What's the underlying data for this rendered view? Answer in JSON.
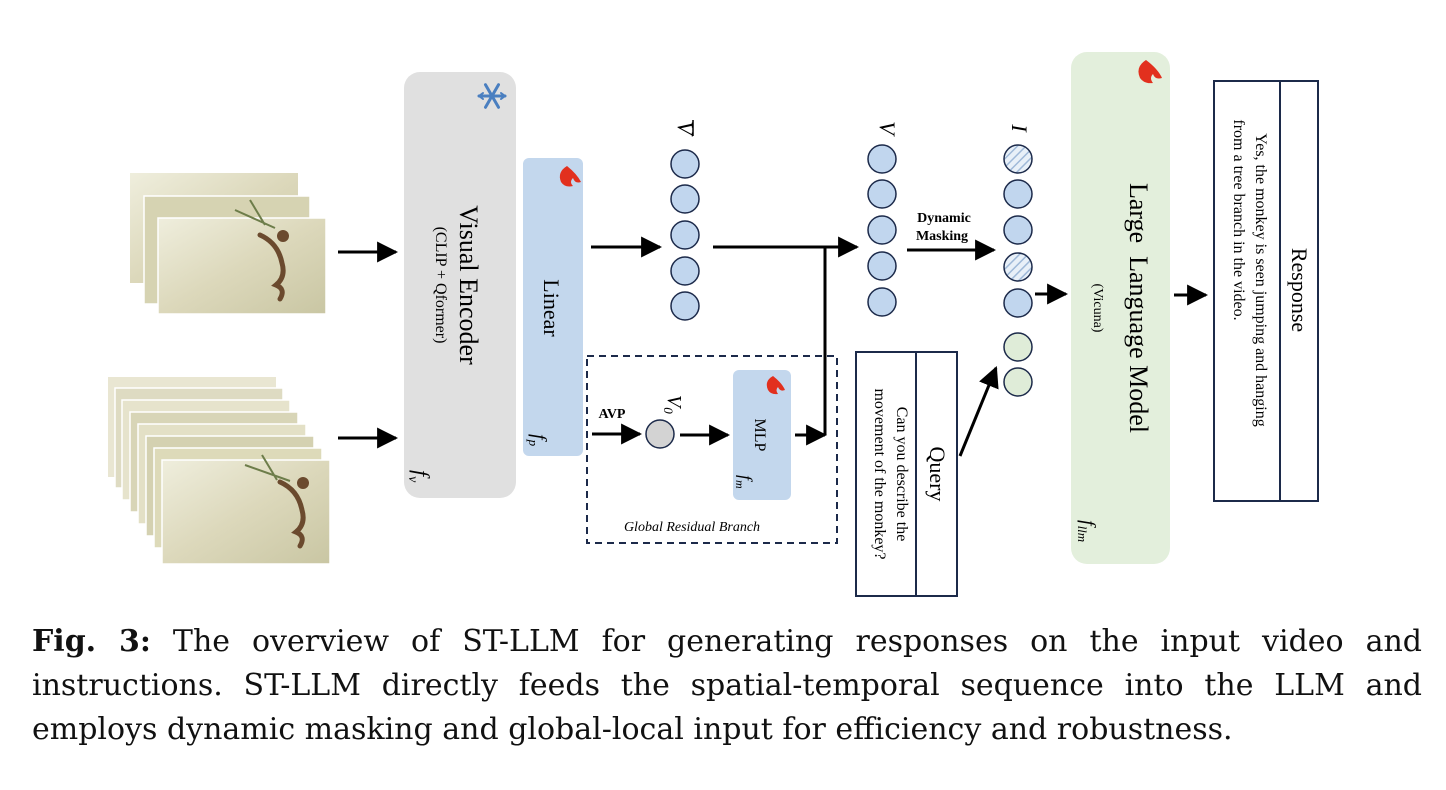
{
  "visual_encoder": {
    "title": "Visual Encoder",
    "subtitle": "(CLIP + Qformer)",
    "symbol": "f",
    "subscript": "v"
  },
  "linear": {
    "title": "Linear",
    "symbol": "f",
    "subscript": "p"
  },
  "mlp": {
    "title": "MLP",
    "symbol": "f",
    "subscript": "m"
  },
  "llm": {
    "title": "Large  Language Model",
    "subtitle": "(Vicuna)",
    "symbol": "f",
    "subscript": "llm"
  },
  "labels": {
    "v_bar": "V",
    "v": "V",
    "i": "I",
    "v0": "V",
    "v0_sub": "0",
    "avp": "AVP",
    "dynamic": "Dynamic",
    "masking": "Masking",
    "global_residual_branch": "Global Residual Branch"
  },
  "query": {
    "title": "Query",
    "line1": "Can you describe the",
    "line2": "movement of the monkey?"
  },
  "response": {
    "title": "Response",
    "line1": "Yes, the monkey is seen jumping and hanging",
    "line2": "from a tree branch in the video."
  },
  "caption": {
    "label": "Fig. 3:",
    "text": " The overview of ST-LLM for generating responses on the input video and instructions. ST-LLM directly feeds the spatial-temporal sequence into the LLM and employs dynamic masking and global-local input for efficiency and robustness."
  },
  "colors": {
    "encoder_gray": "#e0e0e0",
    "linear_blue": "#c3d7ed",
    "token_blue": "#c1d6ee",
    "token_green": "#dfecd8",
    "llm_green": "#e3efdc",
    "flame_red": "#e2301e",
    "snow_blue": "#4a7fc0",
    "border_navy": "#1c2a4a"
  }
}
